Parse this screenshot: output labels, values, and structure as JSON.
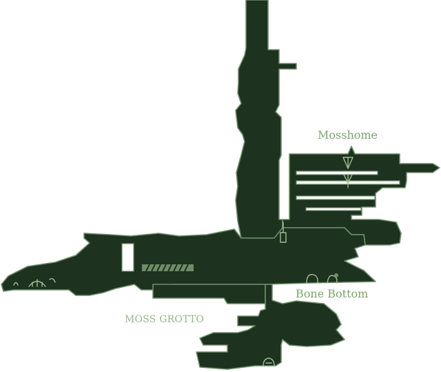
{
  "map": {
    "labels": {
      "mosshome": "Mosshome",
      "bone_bottom": "Bone Bottom",
      "area_name": "MOSS GROTTO"
    },
    "colors": {
      "room_fill": "#1e3220",
      "room_outline": "#6e8e68",
      "label_text": "#7aa46c",
      "area_text": "#93b889",
      "background": "#ffffff"
    },
    "icons": [
      "bench-icon",
      "door-icon",
      "shell-icon",
      "bone-icon",
      "cocoon-icon"
    ]
  }
}
